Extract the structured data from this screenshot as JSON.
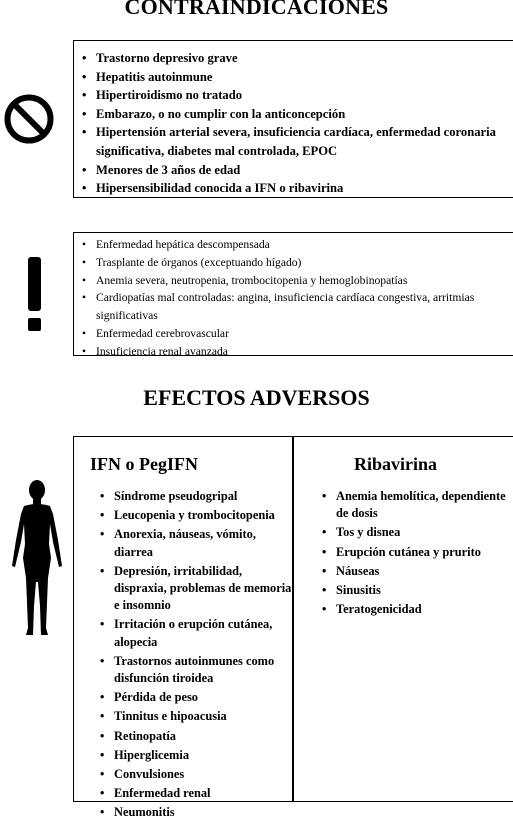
{
  "contraindications": {
    "title": "CONTRAINDICACIONES",
    "absolute_icon": "prohibited-icon",
    "relative_icon": "exclamation-icon",
    "absolute": [
      "Trastorno depresivo grave",
      "Hepatitis autoinmune",
      "Hipertiroidismo no tratado",
      "Embarazo, o no cumplir con la anticoncepción",
      "Hipertensión arterial severa, insuficiencia cardíaca, enfermedad coronaria significativa, diabetes mal controlada, EPOC",
      "Menores de 3 años de edad",
      "Hipersensibilidad conocida a IFN o ribavirina"
    ],
    "relative": [
      "Enfermedad hepática descompensada",
      "Trasplante de órganos (exceptuando hígado)",
      "Anemia severa, neutropenia, trombocitopenia y hemoglobinopatías",
      "Cardiopatías mal controladas: angina, insuficiencia cardíaca congestiva, arritmias significativas",
      "Enfermedad cerebrovascular",
      "Insuficiencia renal avanzada"
    ]
  },
  "adverse_effects": {
    "title": "EFECTOS ADVERSOS",
    "icon": "human-body-icon",
    "ifn": {
      "heading": "IFN o PegIFN",
      "items": [
        "Síndrome pseudogripal",
        "Leucopenia y trombocitopenia",
        "Anorexia, náuseas, vómito, diarrea",
        "Depresión, irritabilidad, dispraxia, problemas de memoria e insomnio",
        "Irritación o erupción cutánea, alopecia",
        "Trastornos autoinmunes como disfunción tiroidea",
        "Pérdida de peso",
        "Tinnitus e hipoacusia",
        "Retinopatía",
        "Hiperglicemia",
        "Convulsiones",
        "Enfermedad renal",
        "Neumonitis"
      ]
    },
    "ribavirin": {
      "heading": "Ribavirina",
      "items": [
        "Anemia hemolítica, dependiente de dosis",
        "Tos y disnea",
        "Erupción cutánea y prurito",
        "Náuseas",
        "Sinusitis",
        "Teratogenicidad"
      ]
    }
  }
}
